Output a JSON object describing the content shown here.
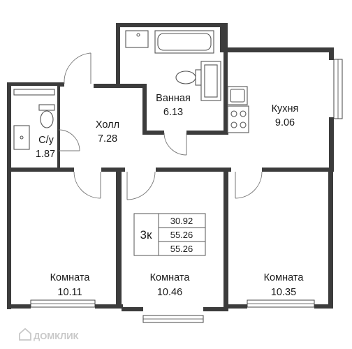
{
  "rooms": [
    {
      "name": "Ванная",
      "area": "6.13"
    },
    {
      "name": "Кухня",
      "area": "9.06"
    },
    {
      "name": "Холл",
      "area": "7.28"
    },
    {
      "name": "С/у",
      "area": "1.87"
    },
    {
      "name": "Комната",
      "area": "10.11"
    },
    {
      "name": "Комната",
      "area": "10.46"
    },
    {
      "name": "Комната",
      "area": "10.35"
    }
  ],
  "summary": {
    "rooms_count": "3к",
    "living_area": "30.92",
    "total_area": "55.26",
    "total_area_2": "55.26"
  },
  "brand": {
    "name": "ДОМКЛИК"
  }
}
